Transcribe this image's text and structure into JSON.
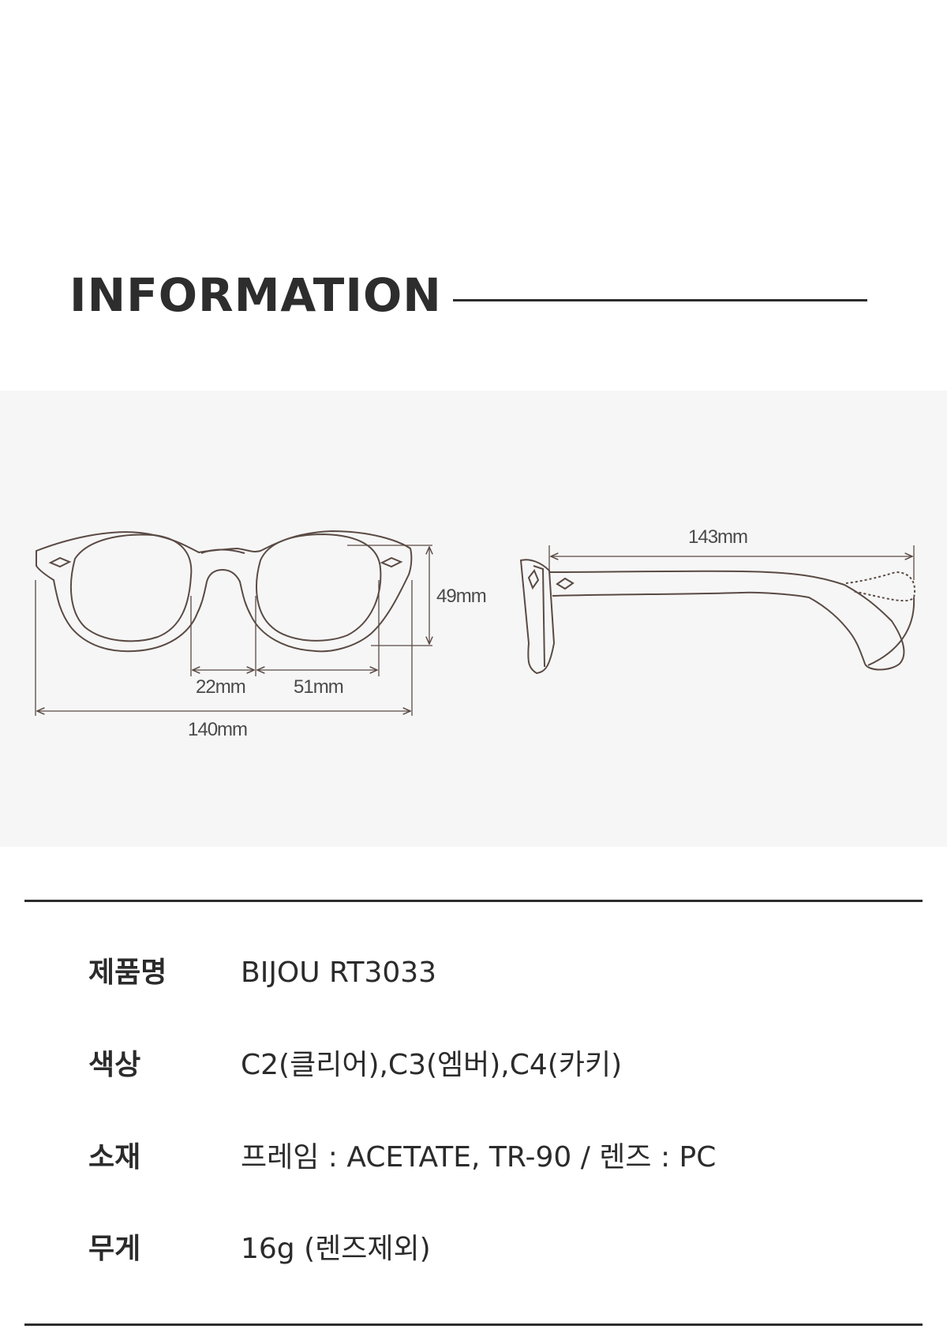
{
  "header": {
    "title": "INFORMATION"
  },
  "diagram": {
    "front_view": {
      "lens_height": "49mm",
      "bridge_width": "22mm",
      "lens_width": "51mm",
      "frame_width": "140mm"
    },
    "side_view": {
      "temple_length": "143mm"
    }
  },
  "specs": {
    "rows": [
      {
        "label": "제품명",
        "value": "BIJOU RT3033"
      },
      {
        "label": "색상",
        "value": "C2(클리어),C3(엠버),C4(카키)"
      },
      {
        "label": "소재",
        "value": "프레임 : ACETATE, TR-90 / 렌즈 : PC"
      },
      {
        "label": "무게",
        "value": "16g (렌즈제외)"
      }
    ]
  },
  "colors": {
    "text": "#2b2b2b",
    "rule": "#2d2d2d",
    "diagram_background": "#f6f6f6",
    "diagram_stroke": "#5a4a44"
  }
}
